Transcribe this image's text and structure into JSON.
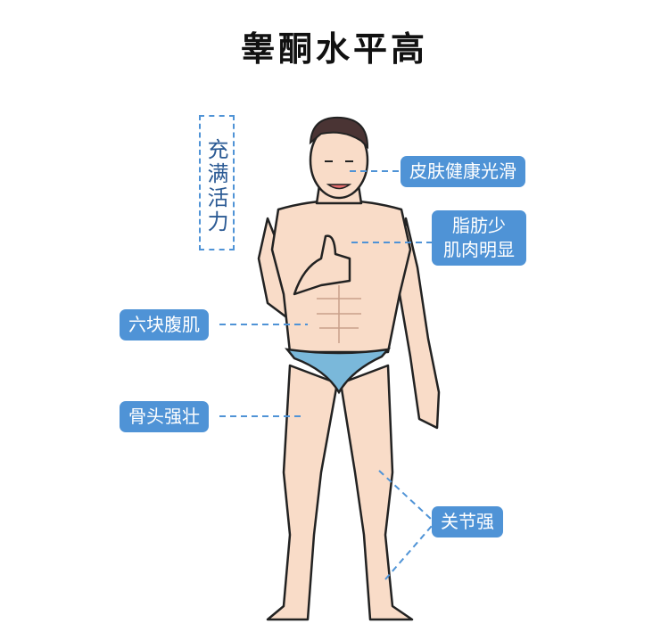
{
  "title": "睾酮水平高",
  "side_note": "充满活力",
  "labels": {
    "skin": "皮肤健康光滑",
    "fat_line1": "脂肪少",
    "fat_line2": "肌肉明显",
    "abs": "六块腹肌",
    "bones": "骨头强壮",
    "joints": "关节强"
  },
  "colors": {
    "accent": "#4f93d6",
    "skin": "#f9dcc8",
    "hair": "#4a3434",
    "briefs": "#7ab8da"
  }
}
